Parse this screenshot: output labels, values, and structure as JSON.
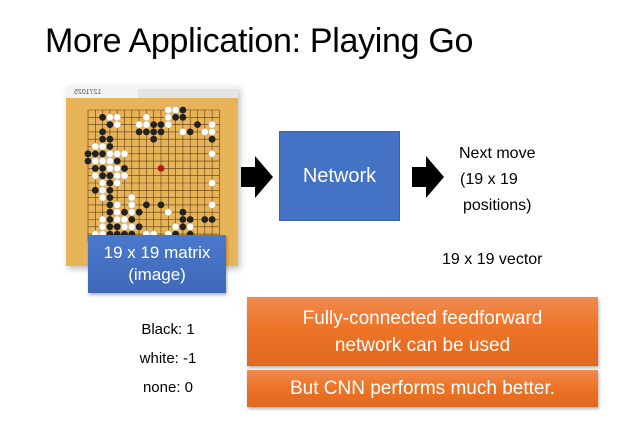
{
  "slide": {
    "title": "More Application: Playing Go"
  },
  "board": {
    "id_text": "1271025",
    "grid_size": 19,
    "colors": {
      "board": "#e8b45a",
      "black": "#222222",
      "white": "#ffffff",
      "last_move": "#b01a10"
    }
  },
  "input_label": {
    "line1": "19 x 19 matrix",
    "line2": "(image)"
  },
  "network": {
    "label": "Network"
  },
  "output": {
    "line1": "Next move",
    "line2": "(19 x 19",
    "line3": "positions)",
    "vector_label": "19 x 19 vector"
  },
  "encoding": {
    "black": "Black: 1",
    "white": "white: -1",
    "none": "none: 0"
  },
  "notes": {
    "fc_line1": "Fully-connected feedforward",
    "fc_line2": "network can be used",
    "cnn": "But CNN performs much better."
  },
  "colors": {
    "blue": "#4472c4",
    "orange": "#ed7d31"
  }
}
